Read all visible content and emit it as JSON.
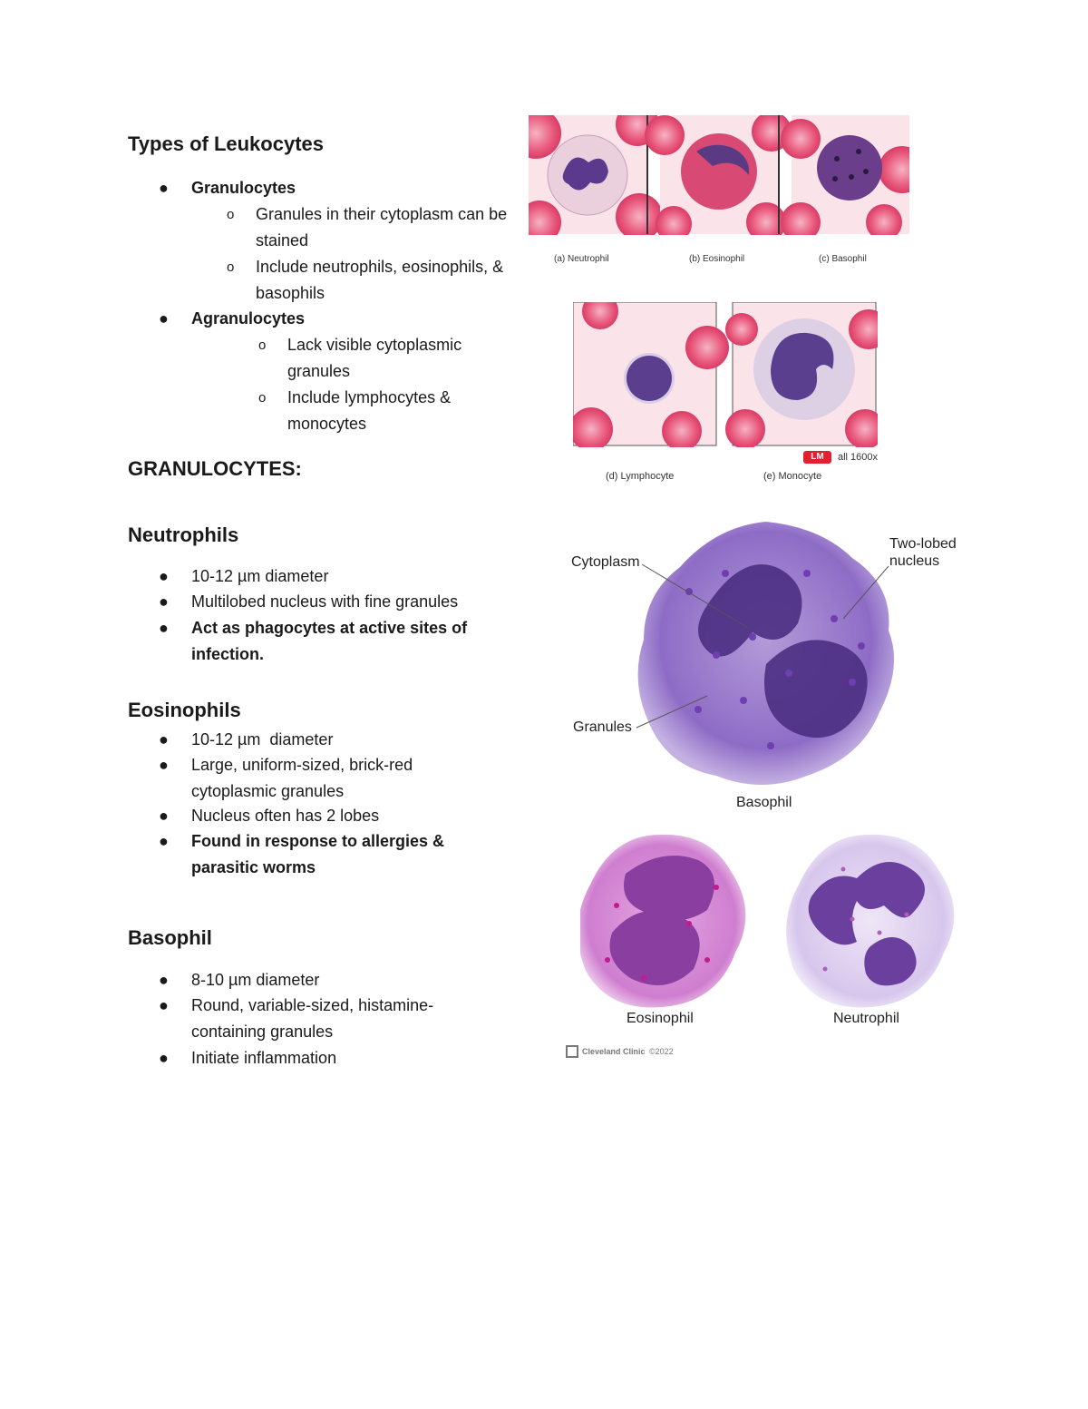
{
  "intro": {
    "title": "Types of Leukocytes",
    "granulocytes": {
      "label": "Granulocytes",
      "subs": [
        "Granules in their cytoplasm can be stained",
        "Include neutrophils, eosinophils, & basophils"
      ]
    },
    "agranulocytes": {
      "label": "Agranulocytes",
      "subs": [
        "Lack visible cytoplasmic granules",
        "Include lymphocytes & monocytes"
      ]
    }
  },
  "section_title": "GRANULOCYTES:",
  "neutrophils": {
    "title": "Neutrophils",
    "items": [
      "10-12 µm diameter",
      "Multilobed nucleus with fine granules",
      "Act as phagocytes at active sites of infection."
    ]
  },
  "eosinophils": {
    "title": "Eosinophils",
    "items": [
      "10-12 µm  diameter",
      "Large, uniform-sized, brick-red cytoplasmic granules",
      "Nucleus often has 2 lobes",
      "Found in response to allergies & parasitic worms"
    ]
  },
  "basophil": {
    "title": "Basophil",
    "items": [
      "8-10 µm diameter",
      "Round, variable-sized, histamine-containing granules",
      "Initiate inflammation"
    ]
  },
  "micrographs": {
    "captions": [
      "(a) Neutrophil",
      "(b) Eosinophil",
      "(c) Basophil",
      "(d) Lymphocyte",
      "(e) Monocyte"
    ],
    "lm_badge": "LM",
    "magnification": "all 1600x"
  },
  "basophil_diagram": {
    "labels": {
      "cytoplasm": "Cytoplasm",
      "nucleus": "Two-lobed nucleus",
      "granules": "Granules"
    },
    "title": "Basophil"
  },
  "cells_diagram": {
    "eosinophil": "Eosinophil",
    "neutrophil": "Neutrophil",
    "credit": "Cleveland Clinic",
    "copyright": "©2022"
  }
}
